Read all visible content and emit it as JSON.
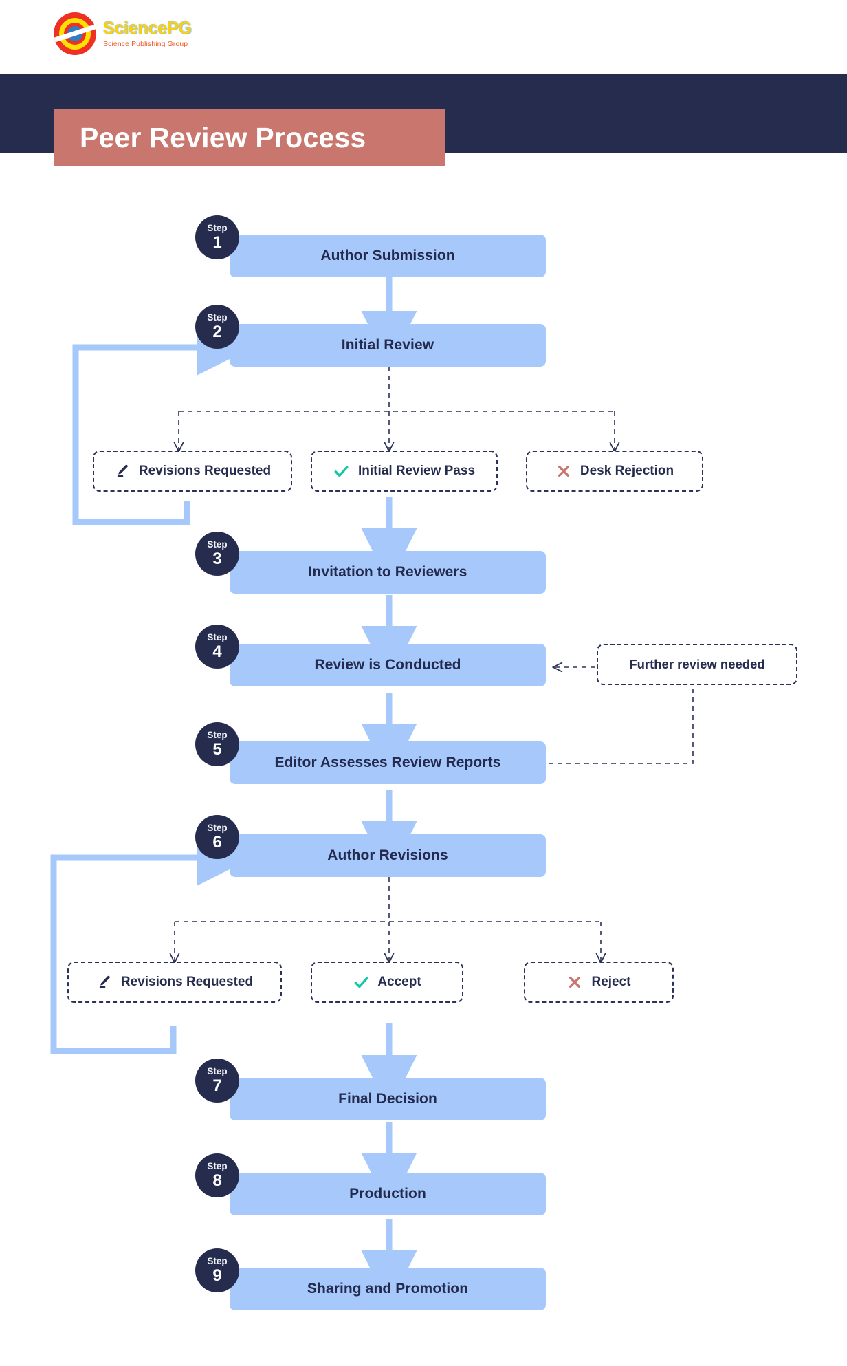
{
  "brand": {
    "logo_title": "SciencePG",
    "logo_subtitle": "Science Publishing Group",
    "logo_icon": "sciencepg-circle-logo"
  },
  "header": {
    "title": "Peer Review Process",
    "band_color": "#262c4e",
    "chip_color": "#c8766e"
  },
  "colors": {
    "process_box": "#a6c8fa",
    "badge": "#262c4e",
    "accent_text": "#232a4d",
    "check_green": "#17c8a5",
    "cross_red": "#c8766e",
    "dashed_border": "#2b3157",
    "arrow_blue": "#a6c8fa"
  },
  "steps": [
    {
      "badge_label": "Step",
      "number": "1",
      "title": "Author Submission"
    },
    {
      "badge_label": "Step",
      "number": "2",
      "title": "Initial Review"
    },
    {
      "badge_label": "Step",
      "number": "3",
      "title": "Invitation to Reviewers"
    },
    {
      "badge_label": "Step",
      "number": "4",
      "title": "Review is Conducted"
    },
    {
      "badge_label": "Step",
      "number": "5",
      "title": "Editor Assesses Review Reports"
    },
    {
      "badge_label": "Step",
      "number": "6",
      "title": "Author Revisions"
    },
    {
      "badge_label": "Step",
      "number": "7",
      "title": "Final Decision"
    },
    {
      "badge_label": "Step",
      "number": "8",
      "title": "Production"
    },
    {
      "badge_label": "Step",
      "number": "9",
      "title": "Sharing and Promotion"
    }
  ],
  "branch_one": {
    "source_step": "2",
    "outcomes": [
      {
        "label": "Revisions Requested",
        "icon": "pencil-icon"
      },
      {
        "label": "Initial Review Pass",
        "icon": "check-icon"
      },
      {
        "label": "Desk Rejection",
        "icon": "cross-icon"
      }
    ]
  },
  "branch_two": {
    "source_step": "6",
    "outcomes": [
      {
        "label": "Revisions Requested",
        "icon": "pencil-icon"
      },
      {
        "label": "Accept",
        "icon": "check-icon"
      },
      {
        "label": "Reject",
        "icon": "cross-icon"
      }
    ]
  },
  "side_note": {
    "label": "Further review needed",
    "from_step": "5",
    "to_step": "4"
  }
}
